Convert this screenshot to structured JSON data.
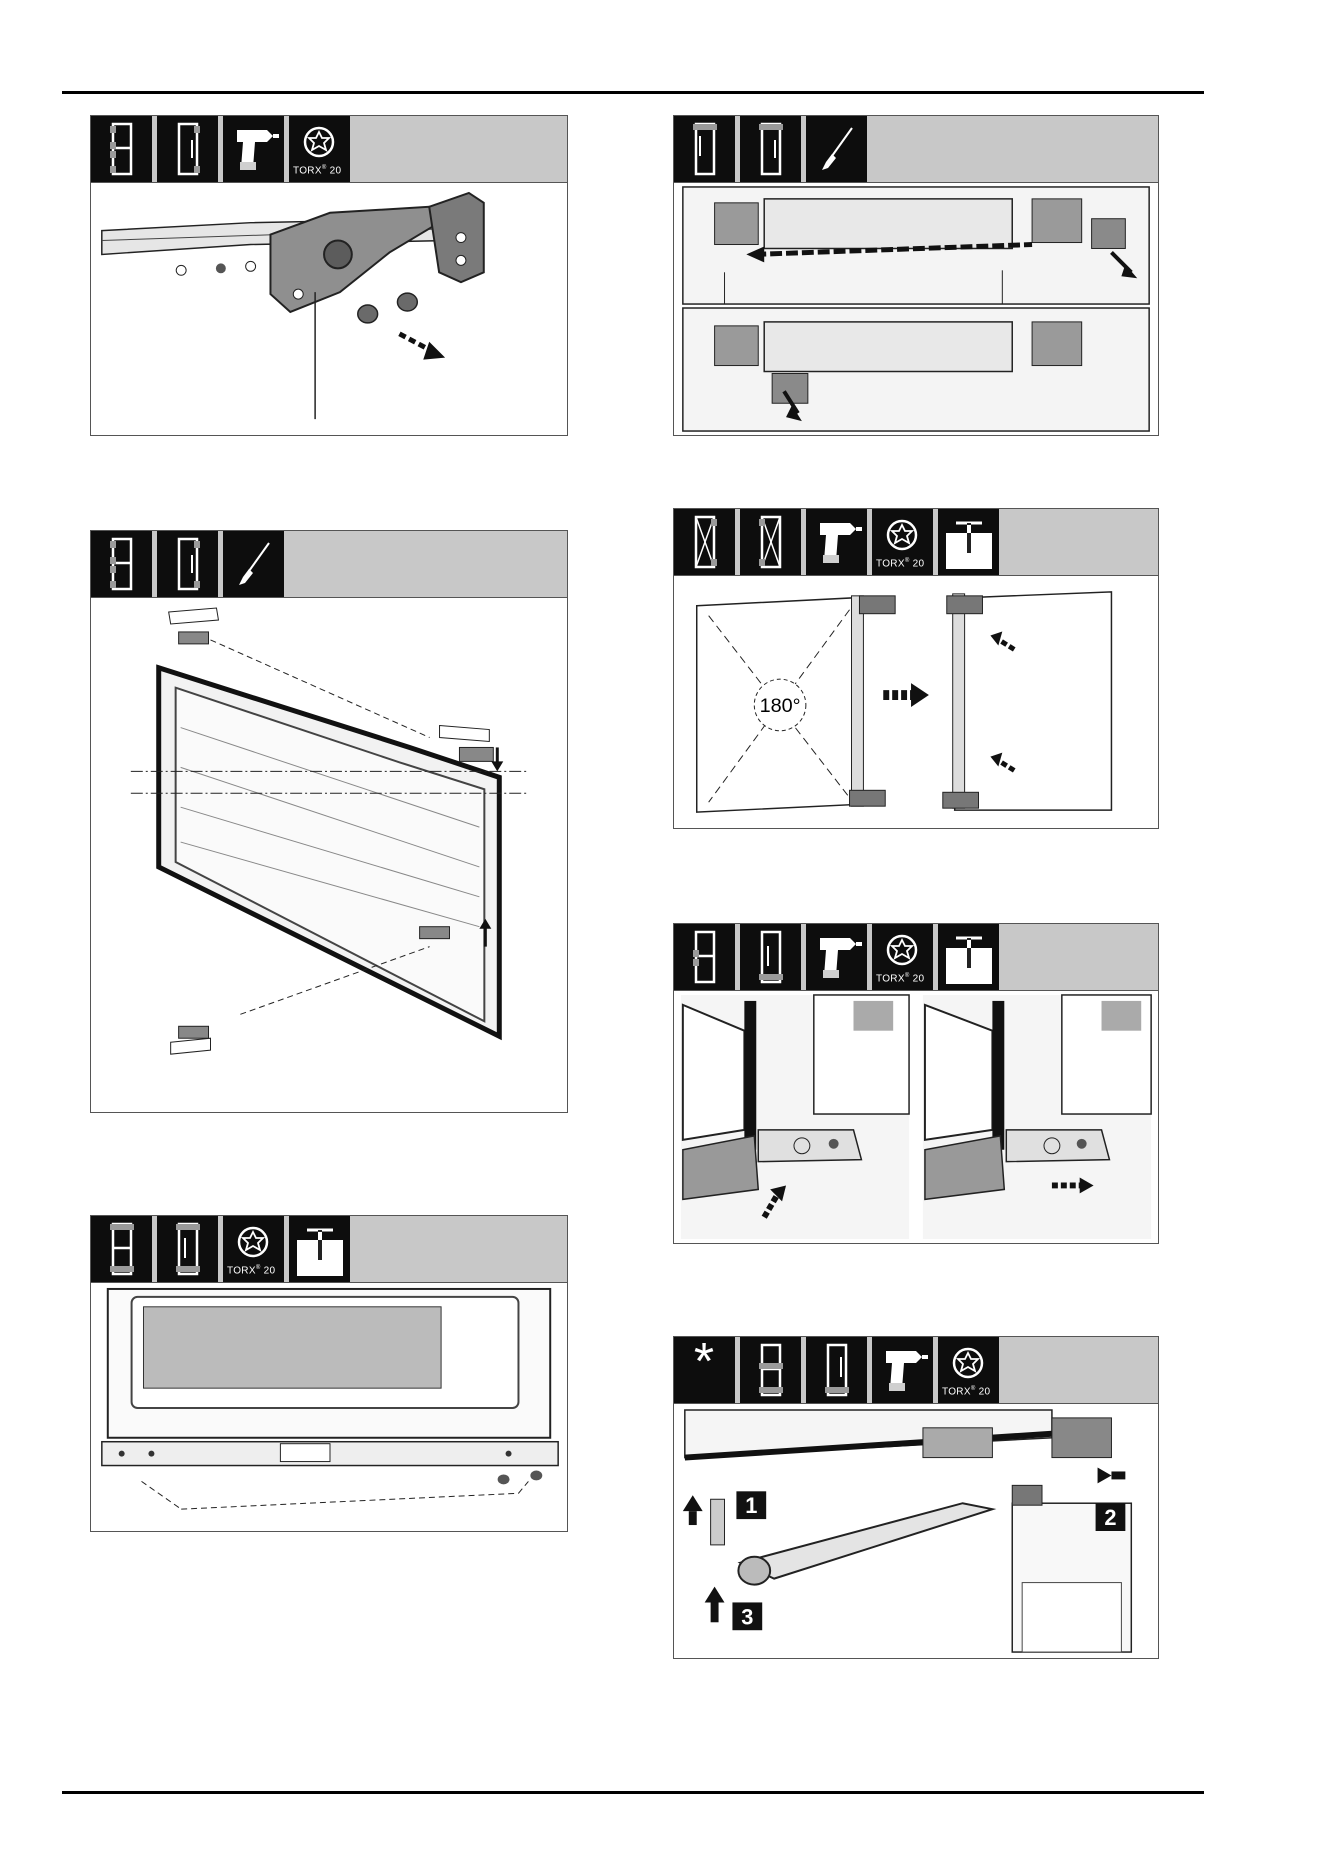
{
  "torx": {
    "brand": "TORX",
    "mark": "®",
    "size": "20"
  },
  "panels": {
    "p5": {
      "angle_label": "180°"
    },
    "p8": {
      "star": "*",
      "steps": [
        "1",
        "2",
        "3"
      ]
    }
  },
  "icons": {
    "p1": [
      "double-door-fridge-icon",
      "single-door-fridge-icon",
      "cordless-drill-icon",
      "torx-bit-icon"
    ],
    "p2": [
      "single-door-fridge-icon",
      "single-door-fridge-icon",
      "screwdriver-icon"
    ],
    "p3": [
      "double-door-fridge-icon",
      "single-door-fridge-icon",
      "screwdriver-icon"
    ],
    "p4": [
      "double-door-fridge-icon",
      "single-door-fridge-icon",
      "cordless-drill-icon",
      "torx-bit-icon"
    ],
    "p5": [
      "door-hinge-icon",
      "door-hinge-icon",
      "cordless-drill-icon",
      "torx-bit-icon",
      "screw-in-wood-icon"
    ],
    "p6": [
      "single-door-fridge-icon",
      "single-door-fridge-icon",
      "torx-bit-icon",
      "screw-in-wood-icon"
    ],
    "p7": [
      "double-door-fridge-icon",
      "single-door-fridge-icon",
      "cordless-drill-icon",
      "torx-bit-icon",
      "screw-in-wood-icon"
    ],
    "p8": [
      "asterisk-icon",
      "single-door-fridge-icon",
      "single-door-fridge-icon",
      "cordless-drill-icon",
      "torx-bit-icon"
    ]
  }
}
